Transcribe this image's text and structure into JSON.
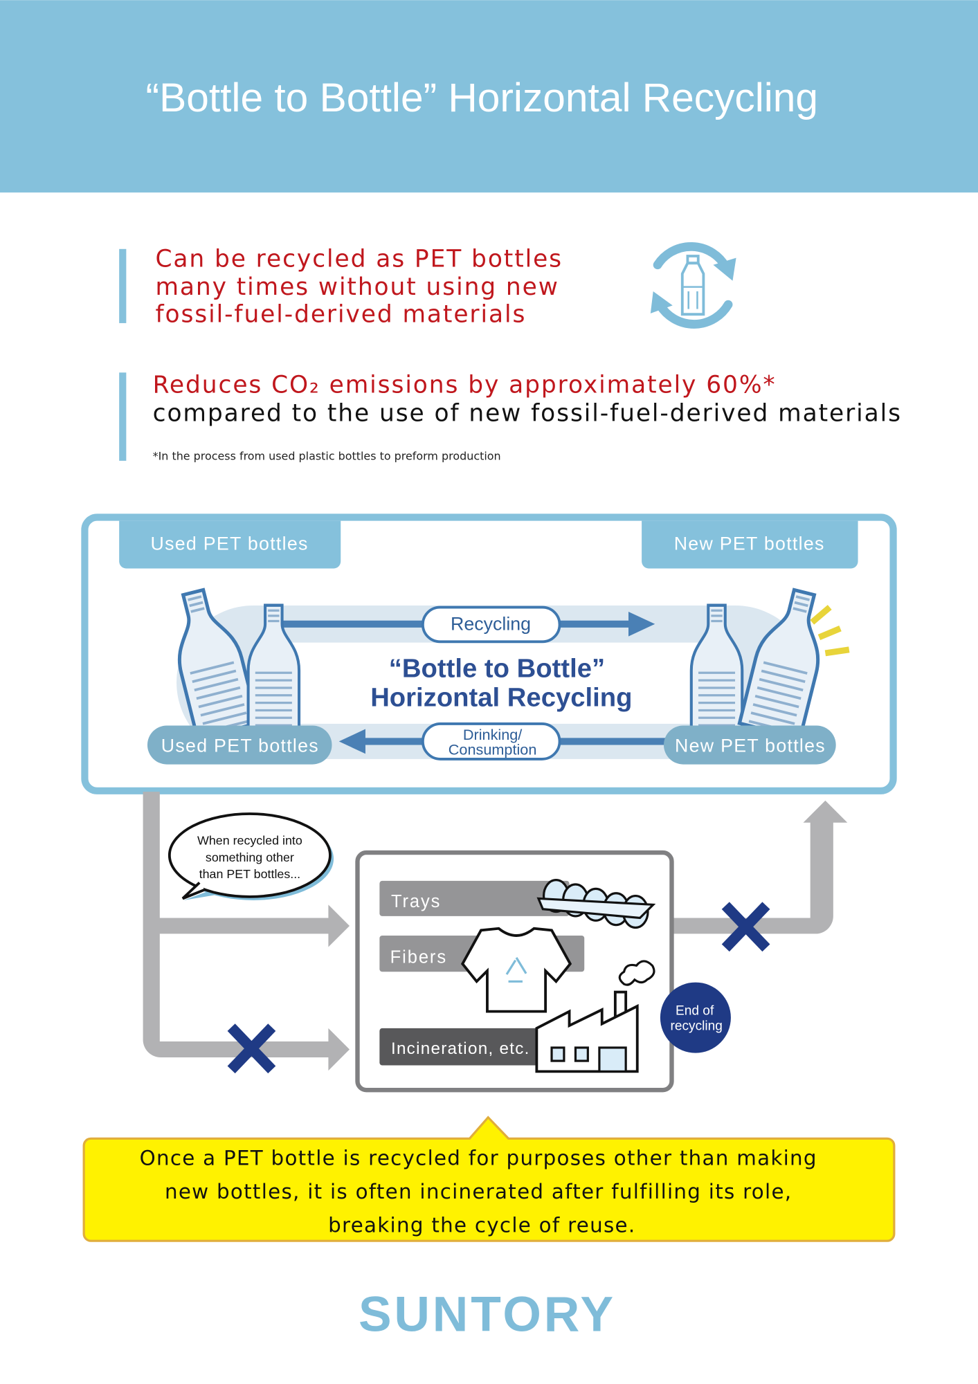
{
  "header": {
    "title": "“Bottle to Bottle” Horizontal Recycling"
  },
  "benefits": [
    {
      "lines": [
        "Can be recycled as PET bottles",
        "many times without using new",
        "fossil-fuel-derived materials"
      ],
      "icon": "bottle-recycle-icon"
    },
    {
      "highlight": "Reduces CO₂ emissions by approximately 60%*",
      "detail": "compared to the use of new fossil-fuel-derived materials",
      "footnote": "*In the process from used plastic bottles to preform production"
    }
  ],
  "cycle": {
    "tab_used": "Used PET bottles",
    "tab_new": "New PET bottles",
    "recycling_label": "Recycling",
    "title_line1": "“Bottle to Bottle”",
    "title_line2": "Horizontal Recycling",
    "drinking_line1": "Drinking/",
    "drinking_line2": "Consumption",
    "pill_used": "Used PET bottles",
    "pill_new": "New PET bottles"
  },
  "downcycle": {
    "bubble": [
      "When recycled into",
      "something other",
      "than PET bottles..."
    ],
    "items": [
      "Trays",
      "Fibers",
      "Incineration, etc."
    ],
    "end_badge": [
      "End of",
      "recycling"
    ]
  },
  "note": {
    "lines": [
      "Once a PET bottle is recycled for purposes other than making",
      "new bottles, it is often incinerated after fulfilling its role,",
      "breaking the cycle of reuse."
    ]
  },
  "brand": {
    "logo_text": "SUNTORY"
  },
  "colors": {
    "light_blue": "#85c1dc",
    "red": "#c0171d",
    "navy": "#2d4f93",
    "gray_arrow": "#b2b2b4",
    "yellow": "#fff200"
  }
}
